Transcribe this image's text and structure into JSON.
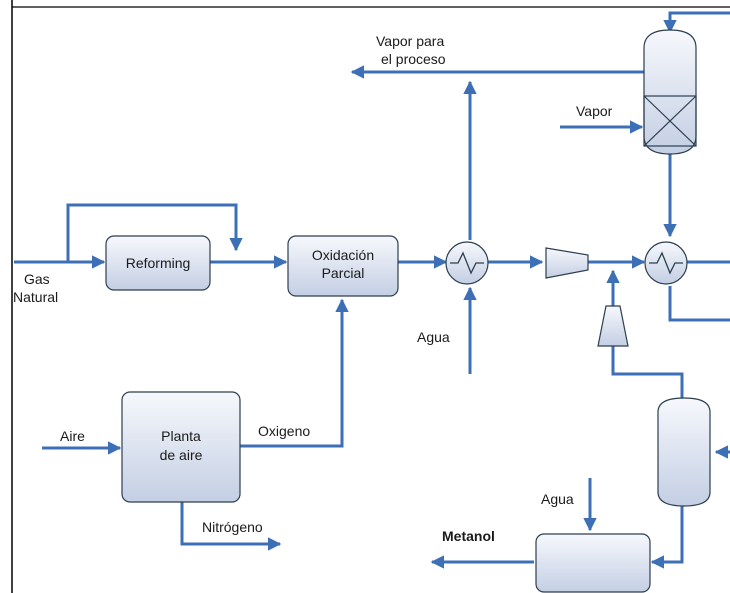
{
  "labels": {
    "gas_natural_1": "Gas",
    "gas_natural_2": "Natural",
    "vapor_proceso_1": "Vapor para",
    "vapor_proceso_2": "el proceso",
    "vapor": "Vapor",
    "agua_top": "Agua",
    "aire": "Aire",
    "oxigeno": "Oxigeno",
    "nitrogeno": "Nitrógeno",
    "agua_bottom": "Agua",
    "metanol": "Metanol"
  },
  "boxes": {
    "reforming": "Reforming",
    "oxidacion_1": "Oxidación",
    "oxidacion_2": "Parcial",
    "planta_1": "Planta",
    "planta_2": "de aire"
  },
  "colors": {
    "flow": "#3d6fb6",
    "box_fill_top": "#f4f6fb",
    "box_fill_bottom": "#c9d3e6",
    "outline": "#2c3e50"
  }
}
